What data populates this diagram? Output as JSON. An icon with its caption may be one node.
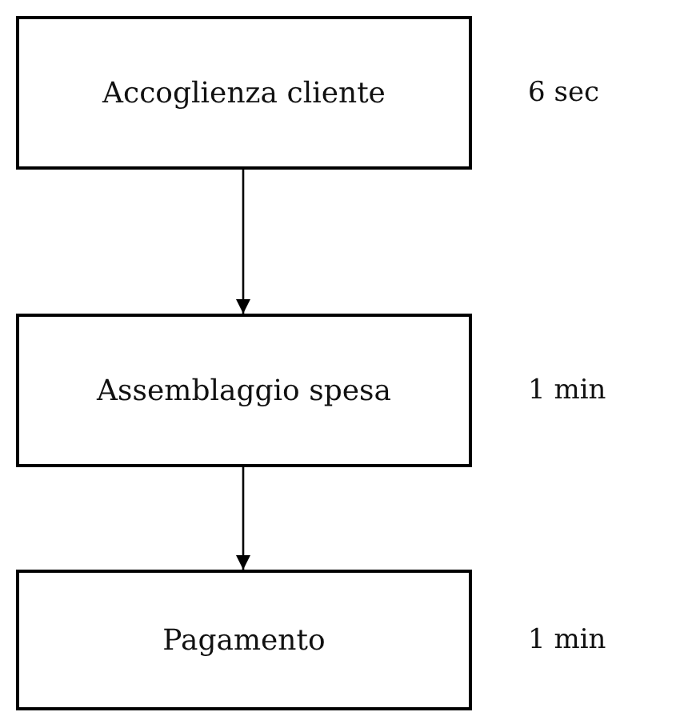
{
  "diagram": {
    "nodes": [
      {
        "text": [
          "Accoglienza cliente"
        ],
        "beside": [
          "6 sec"
        ]
      },
      {
        "text": [
          "Assemblaggio spesa"
        ],
        "beside": [
          "1 min"
        ]
      },
      {
        "text": [
          "Pagamento"
        ],
        "beside": [
          "1 min"
        ]
      }
    ],
    "edges": [
      {
        "from": 0,
        "to": 1,
        "arrow": "to"
      },
      {
        "from": 1,
        "to": 2,
        "arrow": "to"
      }
    ]
  }
}
